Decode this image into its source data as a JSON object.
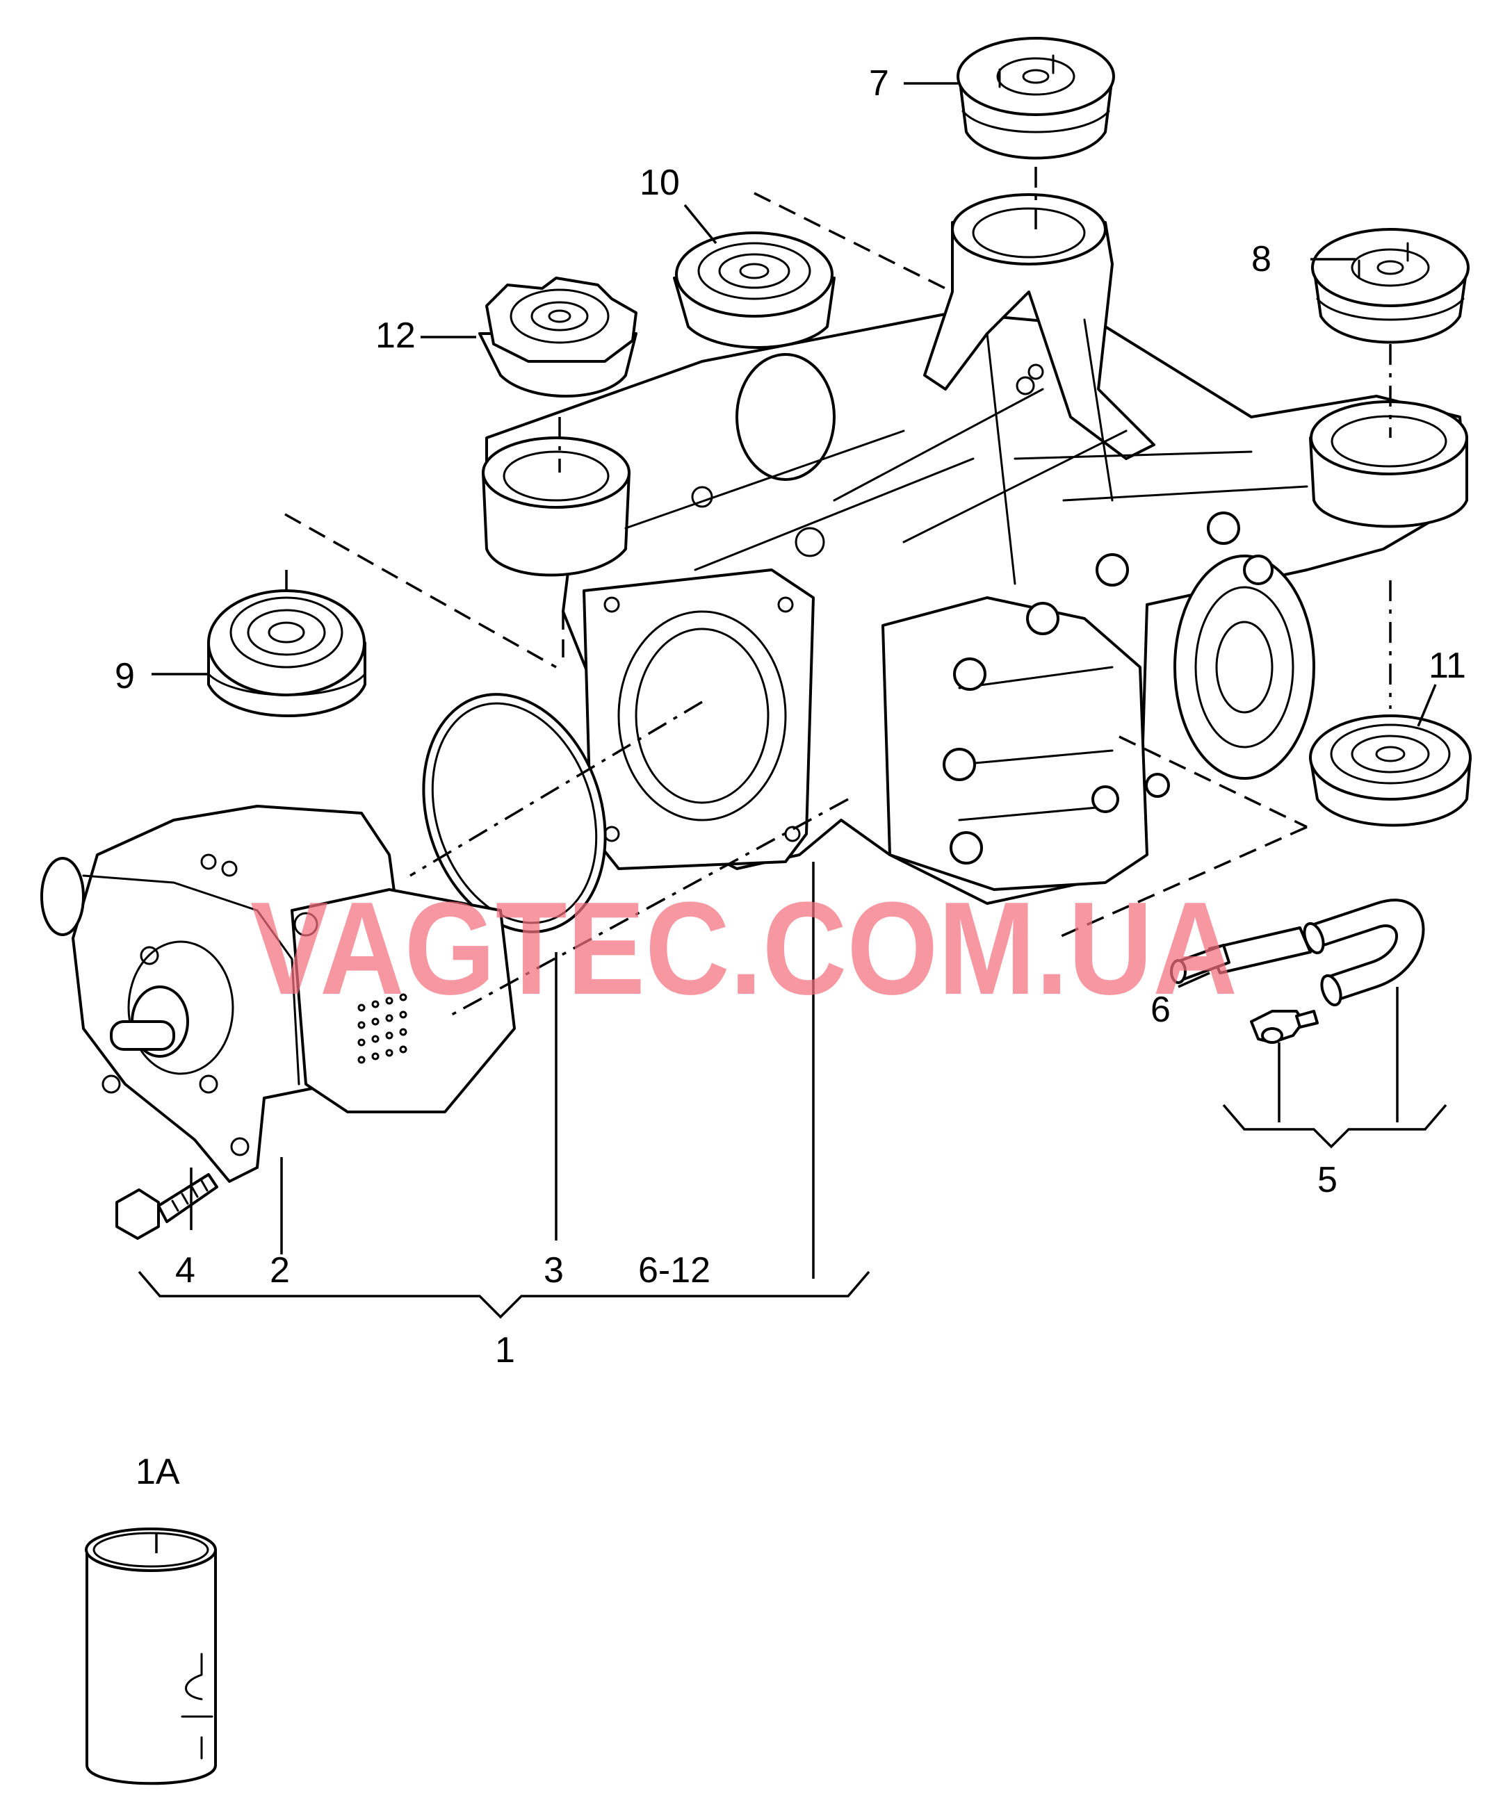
{
  "watermark": "VAGTEC.COM.UA",
  "colors": {
    "watermark": "#f26f7e",
    "lines": "#000000",
    "background": "#ffffff"
  },
  "labels": {
    "p1": "1",
    "p1a": "1A",
    "p2": "2",
    "p3": "3",
    "p4": "4",
    "p5": "5",
    "p6": "6",
    "p6_12": "6-12",
    "p7": "7",
    "p8": "8",
    "p9": "9",
    "p10": "10",
    "p11": "11",
    "p12": "12"
  }
}
